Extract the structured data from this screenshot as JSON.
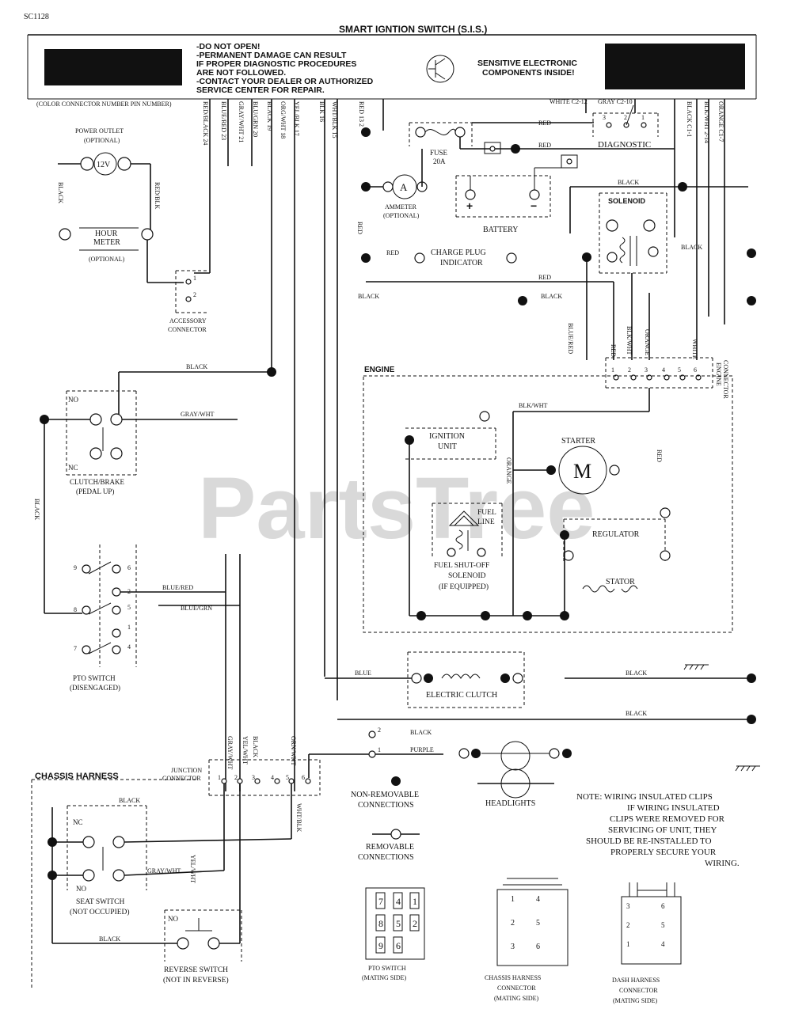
{
  "page_code": "SC1128",
  "title": "SMART IGNTION SWITCH (S.I.S.)",
  "warning_lines": [
    "-DO NOT OPEN!",
    "-PERMANENT DAMAGE CAN RESULT",
    " IF PROPER DIAGNOSTIC PROCEDURES",
    " ARE NOT FOLLOWED.",
    "-CONTACT YOUR DEALER OR AUTHORIZED",
    " SERVICE CENTER FOR REPAIR."
  ],
  "sensitive_lines": [
    "SENSITIVE ELECTRONIC",
    "COMPONENTS INSIDE!"
  ],
  "color_connector_note": "(COLOR CONNECTOR NUMBER PIN NUMBER)",
  "watermark": "PartsTree",
  "components": {
    "power_outlet": [
      "POWER OUTLET",
      "(OPTIONAL)"
    ],
    "outlet_label": "12V",
    "hour_meter": [
      "HOUR",
      "METER"
    ],
    "hour_meter_optional": "(OPTIONAL)",
    "accessory_connector": [
      "ACCESSORY",
      "CONNECTOR"
    ],
    "clutch_brake": [
      "CLUTCH/BRAKE",
      "(PEDAL UP)"
    ],
    "pto_switch": [
      "PTO SWITCH",
      "(DISENGAGED)"
    ],
    "fuse": [
      "FUSE",
      "20A"
    ],
    "diagnostic": "DIAGNOSTIC",
    "ammeter": [
      "AMMETER",
      "(OPTIONAL)"
    ],
    "ammeter_symbol": "A",
    "battery": "BATTERY",
    "solenoid": "SOLENOID",
    "charge_plug": [
      "CHARGE PLUG",
      "INDICATOR"
    ],
    "engine_connector": [
      "ENGINE",
      "CONNECTOR"
    ],
    "engine": "ENGINE",
    "ignition_unit": [
      "IGNITION",
      "UNIT"
    ],
    "starter": "STARTER",
    "starter_symbol": "M",
    "fuel_line": [
      "FUEL",
      "LINE"
    ],
    "fuel_shutoff": [
      "FUEL SHUT-OFF",
      "SOLENOID",
      "(IF EQUIPPED)"
    ],
    "regulator": "REGULATOR",
    "stator": "STATOR",
    "electric_clutch": "ELECTRIC CLUTCH",
    "chassis_harness": "CHASSIS HARNESS",
    "junction_connector": [
      "JUNCTION",
      "CONNECTOR"
    ],
    "seat_switch": [
      "SEAT SWITCH",
      "(NOT OCCUPIED)"
    ],
    "reverse_switch": [
      "REVERSE SWITCH",
      "(NOT IN REVERSE)"
    ],
    "non_removable": [
      "NON-REMOVABLE",
      "CONNECTIONS"
    ],
    "removable": [
      "REMOVABLE",
      "CONNECTIONS"
    ],
    "headlights": "HEADLIGHTS",
    "pto_mating": [
      "PTO SWITCH",
      "(MATING SIDE)"
    ],
    "chassis_mating": [
      "CHASSIS HARNESS",
      "CONNECTOR",
      "(MATING SIDE)"
    ],
    "dash_mating": [
      "DASH HARNESS",
      "CONNECTOR",
      "(MATING SIDE)"
    ]
  },
  "switch_labels": {
    "no": "NO",
    "nc": "NC"
  },
  "pto_pins": [
    "9",
    "6",
    "2",
    "8",
    "5",
    "1",
    "7",
    "4"
  ],
  "pto_mating_pins": [
    "7",
    "4",
    "1",
    "8",
    "5",
    "2",
    "9",
    "6"
  ],
  "chassis_mating_pins": [
    "1",
    "4",
    "2",
    "5",
    "3",
    "6"
  ],
  "dash_mating_pins": [
    "3",
    "6",
    "2",
    "5",
    "1",
    "4"
  ],
  "diag_pins": [
    "3",
    "2",
    "1"
  ],
  "engine_conn_pins": [
    "1",
    "2",
    "3",
    "4",
    "5",
    "6"
  ],
  "junction_pins": [
    "1",
    "2",
    "3",
    "4",
    "5",
    "6"
  ],
  "accessory_pins": [
    "1",
    "2"
  ],
  "purple_pins": [
    "2",
    "1"
  ],
  "wire_labels": {
    "top_vertical": [
      "RED/BLACK 24",
      "BLUE/RED 23",
      "GRAY/WHT 21",
      "BLU/GRN 20",
      "BLACK 19",
      "ORG/WHT 18",
      "YEL/BLK 17",
      "BLK 16",
      "WHT/BLK 15",
      "RED 13 2"
    ],
    "white": "WHITE C2-12",
    "gray": "GRAY C2-10",
    "right_vertical": [
      "BLACK C1-1",
      "BLK/WHT 2-14",
      "ORANGE C1-7"
    ],
    "red": "RED",
    "black": "BLACK",
    "red_black": "RED/BLK",
    "gray_white": "GRAY/WHT",
    "blue_red": "BLUE/RED",
    "blue_green": "BLUE/GRN",
    "blk_white": "BLK/WHT",
    "orange": "ORANGE",
    "white_only": "WHITE",
    "blue": "BLUE",
    "purple": "PURPLE",
    "yel_wht": "YEL/WHT",
    "wht_blk": "WHT/BLK",
    "blu_red": "BLU/RED",
    "orn_wht": "ORN/WHT"
  },
  "note_lines": [
    "NOTE: WIRING INSULATED CLIPS",
    "IF WIRING INSULATED",
    "CLIPS WERE REMOVED FOR",
    "SERVICING OF UNIT, THEY",
    "SHOULD BE RE-INSTALLED TO",
    "PROPERLY SECURE YOUR",
    "WIRING."
  ]
}
